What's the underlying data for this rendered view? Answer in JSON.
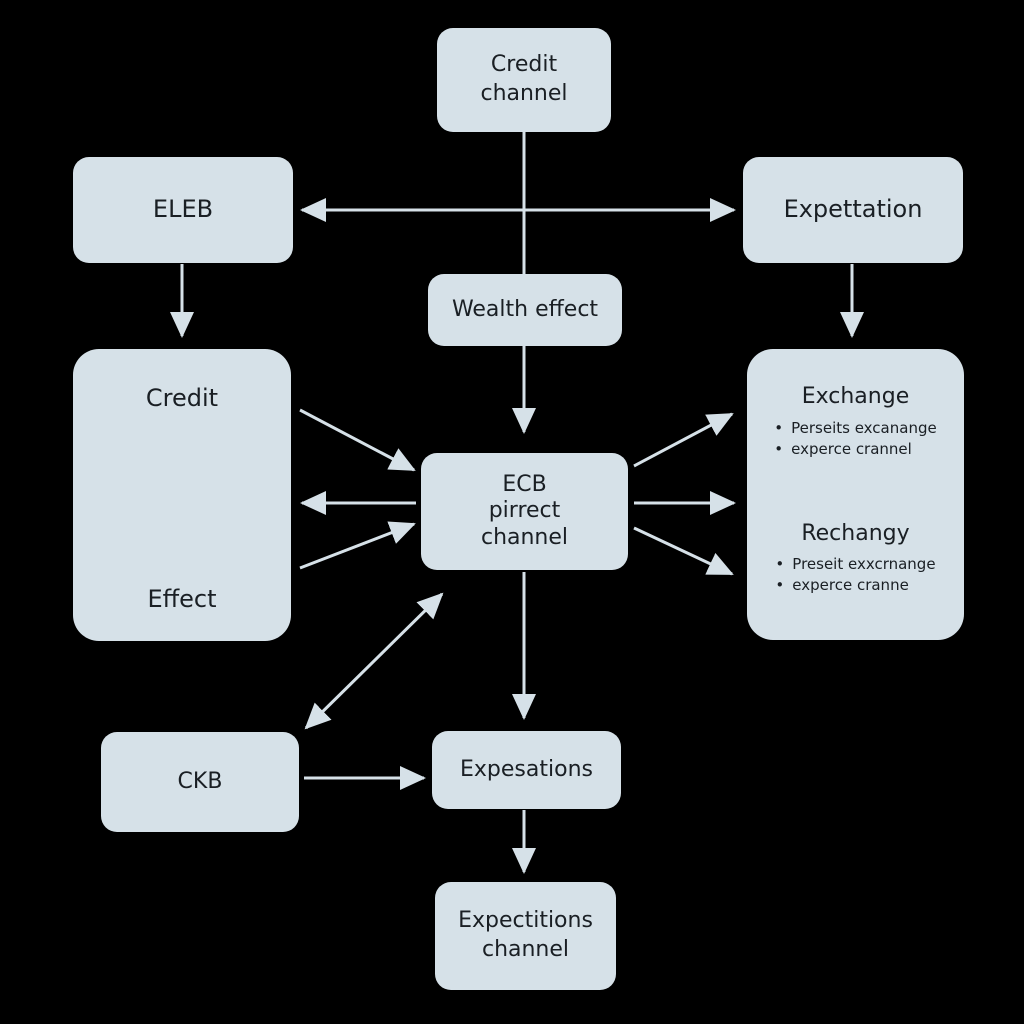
{
  "colors": {
    "background": "#000000",
    "node_fill": "#d6e1e8",
    "arrow": "#d6e1e8",
    "text": "#1a1f24"
  },
  "nodes": {
    "credit_channel_top": {
      "line1": "Credit",
      "line2": "channel"
    },
    "eleb": {
      "label": "ELEB"
    },
    "expectation": {
      "label": "Expettation"
    },
    "wealth_effect": {
      "label": "Wealth effect"
    },
    "credit_effect": {
      "top": "Credit",
      "bottom": "Effect"
    },
    "ecb_direct": {
      "line1": "ECB",
      "line2": "pirrect",
      "line3": "channel"
    },
    "exchange_panel": {
      "exchange": {
        "title": "Exchange",
        "bullets": [
          "Perseits excanange",
          "experce crannel"
        ]
      },
      "rechangy": {
        "title": "Rechangy",
        "bullets": [
          "Preseit exxcrnange",
          "experce cranne"
        ]
      }
    },
    "ckb": {
      "label": "CKB"
    },
    "expesations": {
      "label": "Expesations"
    },
    "expectations_channel": {
      "line1": "Expectitions",
      "line2": "channel"
    }
  }
}
